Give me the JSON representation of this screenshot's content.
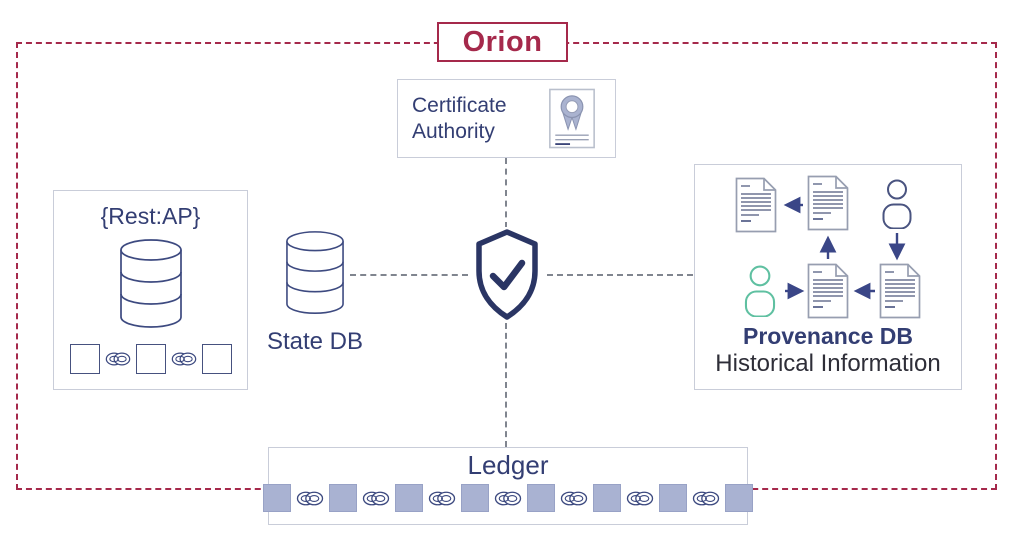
{
  "header": {
    "title": "Orion"
  },
  "nodes": {
    "certificate_authority": {
      "label": "Certificate Authority",
      "icon": "certificate-icon"
    },
    "rest_api": {
      "label": "{Rest:AP}",
      "icon": "database-icon",
      "block_count": 3
    },
    "state_db": {
      "label": "State DB",
      "icon": "database-icon"
    },
    "shield": {
      "icon": "shield-check-icon"
    },
    "provenance_db": {
      "label": "Provenance DB",
      "sublabel": "Historical Information",
      "icons": [
        "document-icon",
        "document-icon",
        "user-icon",
        "user-icon-green",
        "document-icon",
        "document-icon"
      ]
    },
    "ledger": {
      "label": "Ledger",
      "icon": "blockchain-icon",
      "block_count": 8
    }
  },
  "colors": {
    "crimson": "#a5294b",
    "navy": "#333e73",
    "icon-stroke": "#3d4a80",
    "shield": "#2a3564",
    "box-border": "#c9cdd9",
    "connector": "#80858f",
    "ledger-block": "#a9b2d2",
    "green-person": "#5fc0a1",
    "doc-outline": "#979eb0",
    "doc-line": "#6b7492",
    "dark-text": "#2e2e38",
    "cert-fill": "#aab3d0"
  }
}
